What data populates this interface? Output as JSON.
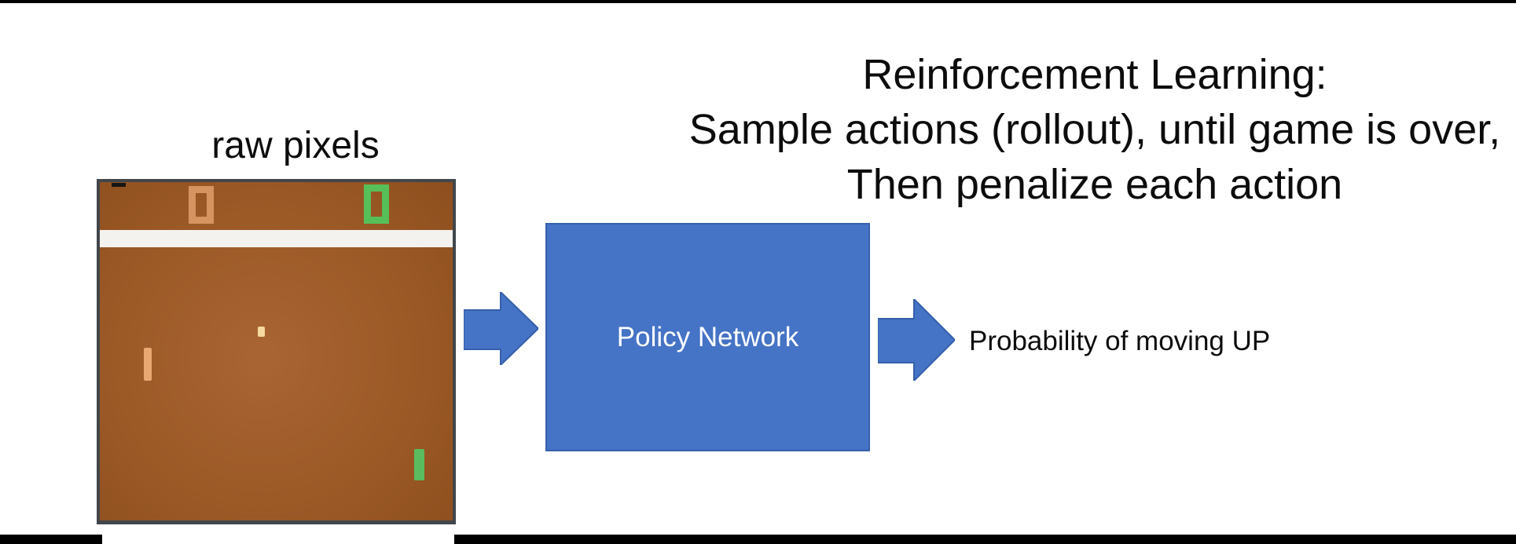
{
  "slide": {
    "title_lines": [
      "Reinforcement Learning:",
      "Sample actions (rollout), until game is over,",
      "Then penalize each action"
    ],
    "raw_pixels_label": "raw pixels",
    "policy_network_label": "Policy Network",
    "output_label": "Probability of moving UP",
    "game_screen": {
      "left_score": "0",
      "right_score": "0"
    },
    "colors": {
      "accent_blue": "#4573c5",
      "accent_blue_border": "#3560ab",
      "game_field_brown": "#9c5a27",
      "game_border_gray": "#41464b",
      "left_score_orange": "#d69461",
      "right_score_green": "#57bf57",
      "center_band_white": "#f3f2ef",
      "ball_cream": "#f5d9a0",
      "left_paddle_tan": "#e9a871",
      "right_paddle_green": "#5abc5e",
      "rule_black": "#000000",
      "text_black": "#0c0c0c"
    }
  }
}
